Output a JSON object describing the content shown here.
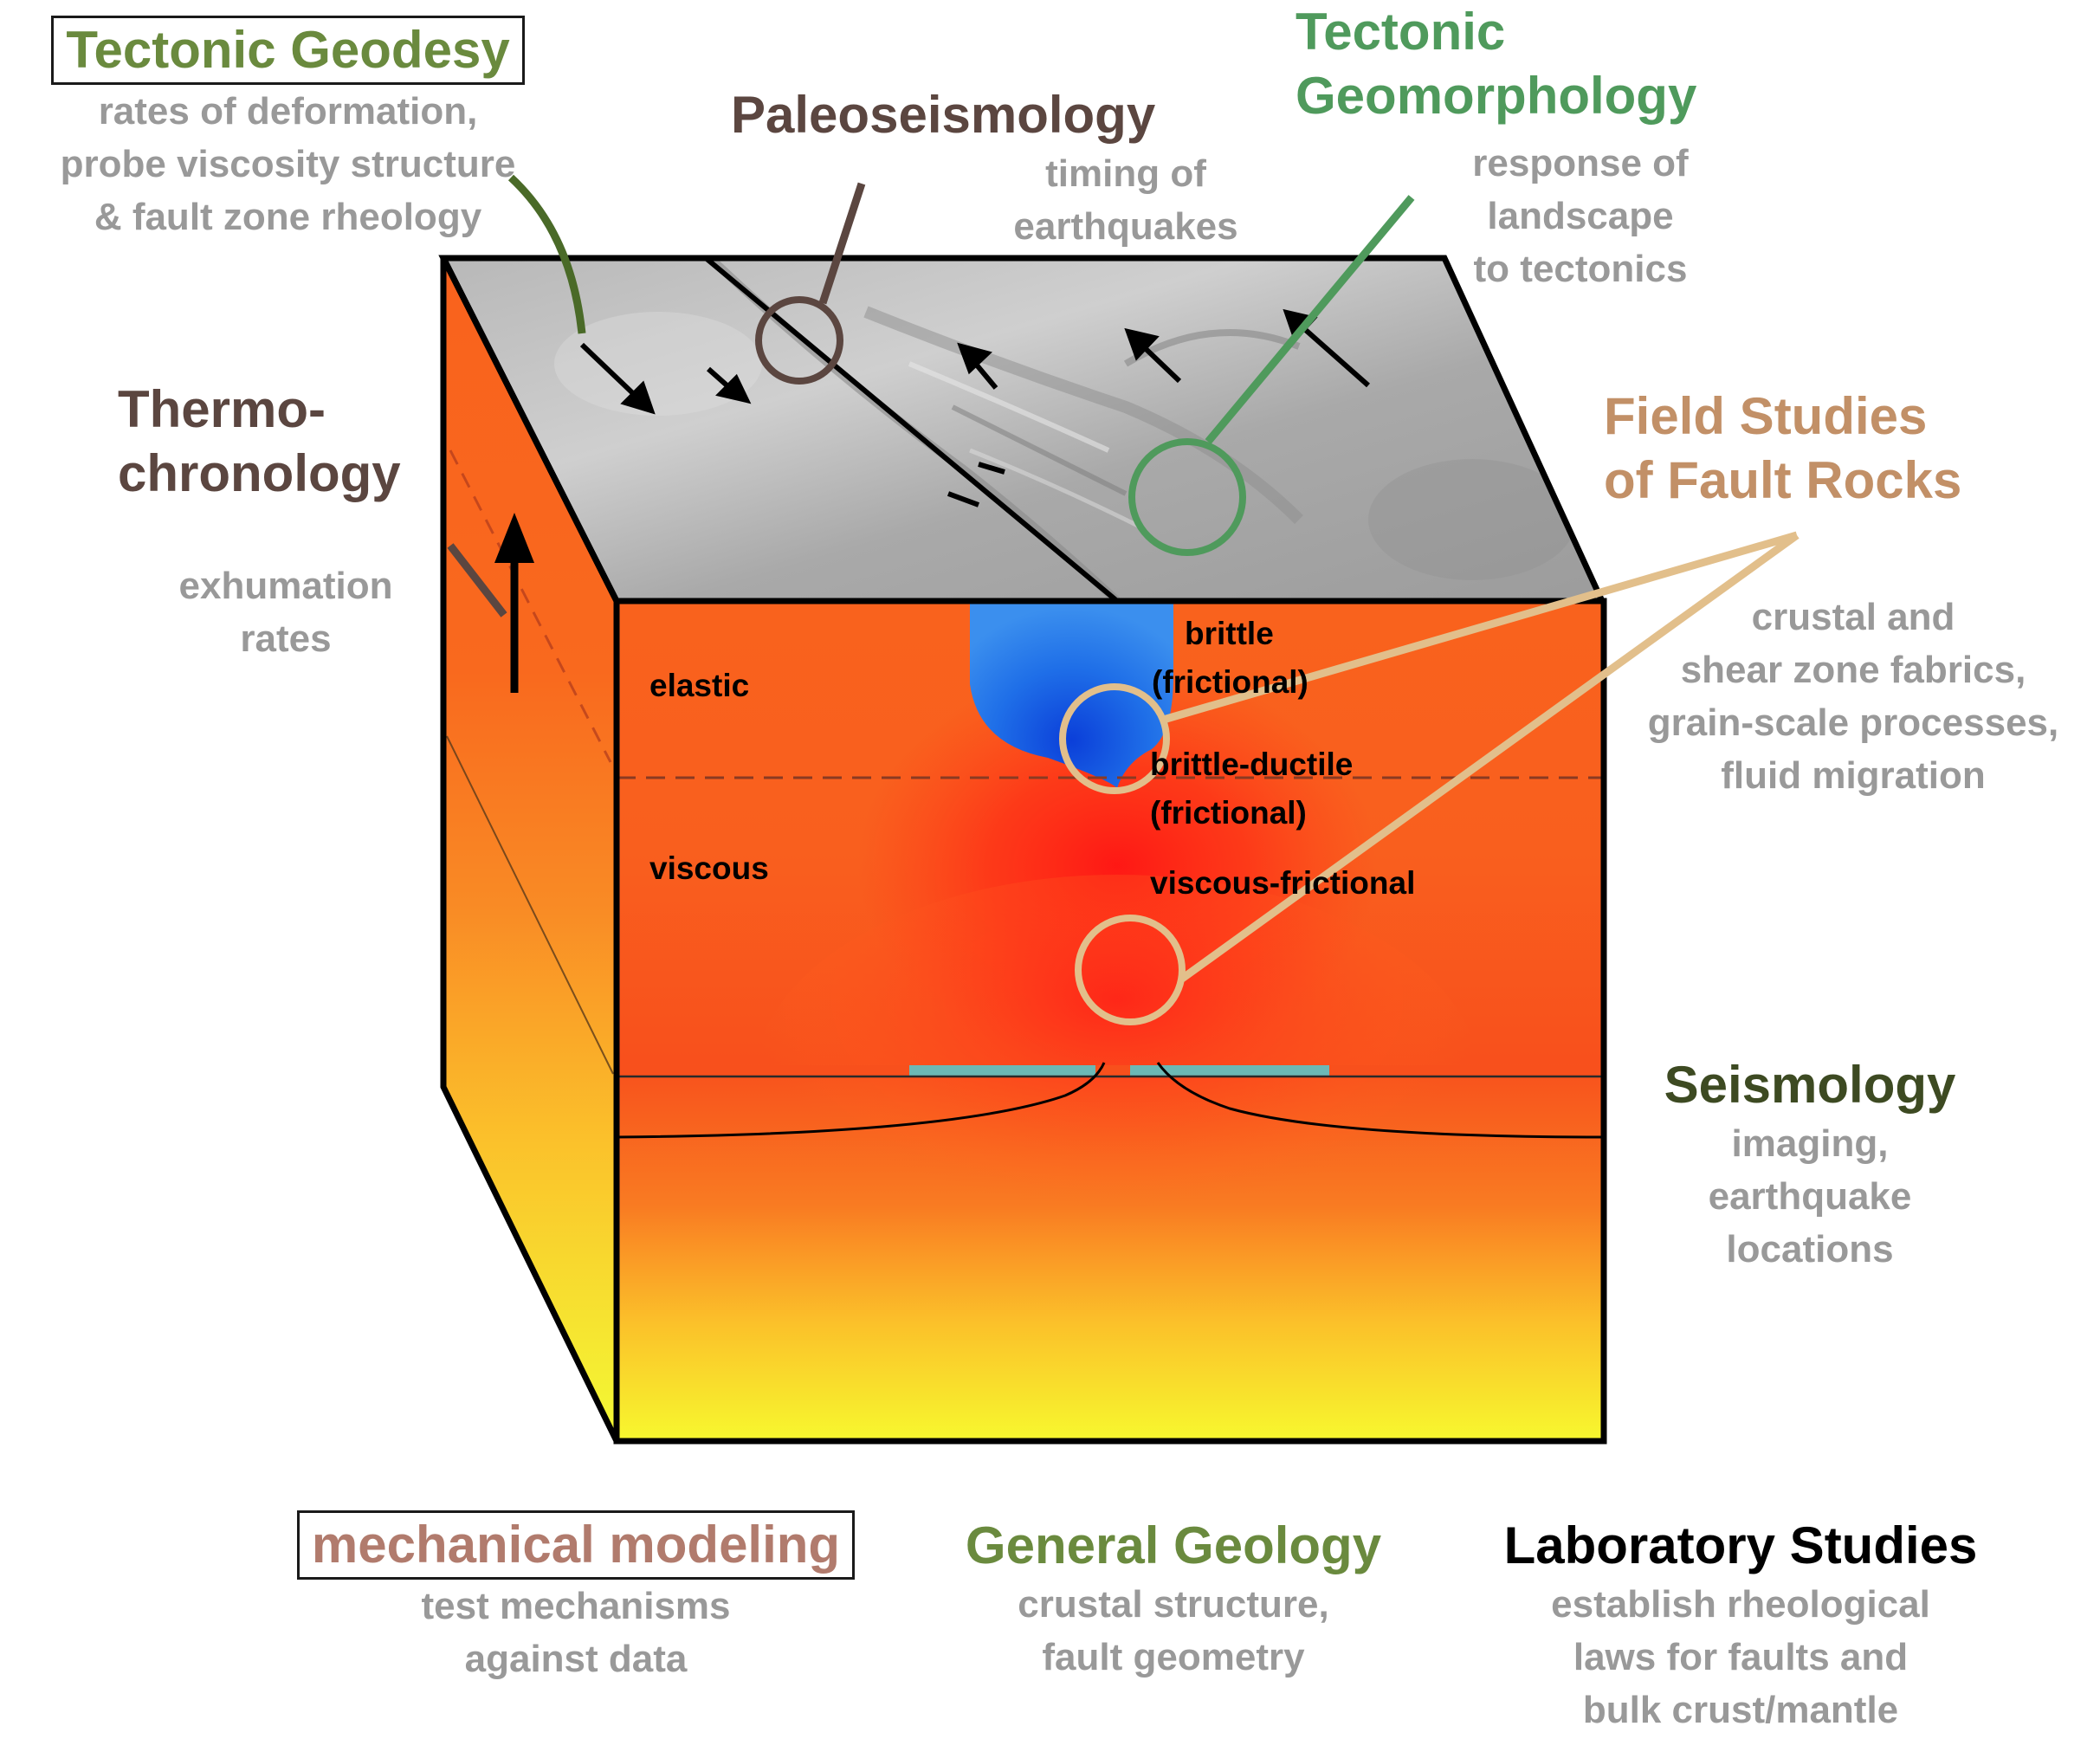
{
  "colors": {
    "geodesy": "#6a8a3e",
    "paleoseismology": "#5b4640",
    "geomorphology": "#4f9a5c",
    "thermochronology": "#5b4640",
    "field_studies": "#c29067",
    "seismology": "#3d4a22",
    "mechanical_modeling": "#b17b6d",
    "general_geology": "#6a8a3e",
    "laboratory": "#000000",
    "descriptions": "#999999",
    "circle_field": "#e2bf8b",
    "circle_paleo": "#5b4640",
    "circle_geomorph": "#4f9a5c"
  },
  "icons": [
    "leader-line",
    "circle-marker",
    "motion-arrow",
    "uplift-arrow",
    "crustal-block"
  ],
  "labels": {
    "tectonic_geodesy": {
      "title": "Tectonic Geodesy",
      "lines": [
        "rates of deformation,",
        "probe viscosity structure",
        "& fault zone rheology"
      ]
    },
    "paleoseismology": {
      "title": "Paleoseismology",
      "lines": [
        "timing of",
        "earthquakes"
      ]
    },
    "tectonic_geomorphology": {
      "title_lines": [
        "Tectonic",
        "Geomorphology"
      ],
      "lines": [
        "response of",
        "landscape",
        "to tectonics"
      ]
    },
    "thermochronology": {
      "title_lines": [
        "Thermo-",
        "chronology"
      ],
      "lines": [
        "exhumation",
        "rates"
      ]
    },
    "field_studies": {
      "title_lines": [
        "Field Studies",
        "of Fault Rocks"
      ],
      "lines": [
        "crustal and",
        "shear zone fabrics,",
        "grain-scale processes,",
        "fluid migration"
      ]
    },
    "seismology": {
      "title": "Seismology",
      "lines": [
        "imaging,",
        "earthquake",
        "locations"
      ]
    },
    "mechanical_modeling": {
      "title": "mechanical modeling",
      "lines": [
        "test mechanisms",
        "against data"
      ]
    },
    "general_geology": {
      "title": "General Geology",
      "lines": [
        "crustal structure,",
        "fault geometry"
      ]
    },
    "laboratory_studies": {
      "title": "Laboratory Studies",
      "lines": [
        "establish rheological",
        "laws for faults and",
        "bulk crust/mantle"
      ]
    }
  },
  "zones": {
    "elastic": "elastic",
    "viscous": "viscous",
    "brittle": [
      "brittle",
      "(frictional)"
    ],
    "brittle_ductile": [
      "brittle-ductile",
      "(frictional)"
    ],
    "viscous_frictional": "viscous-frictional"
  }
}
